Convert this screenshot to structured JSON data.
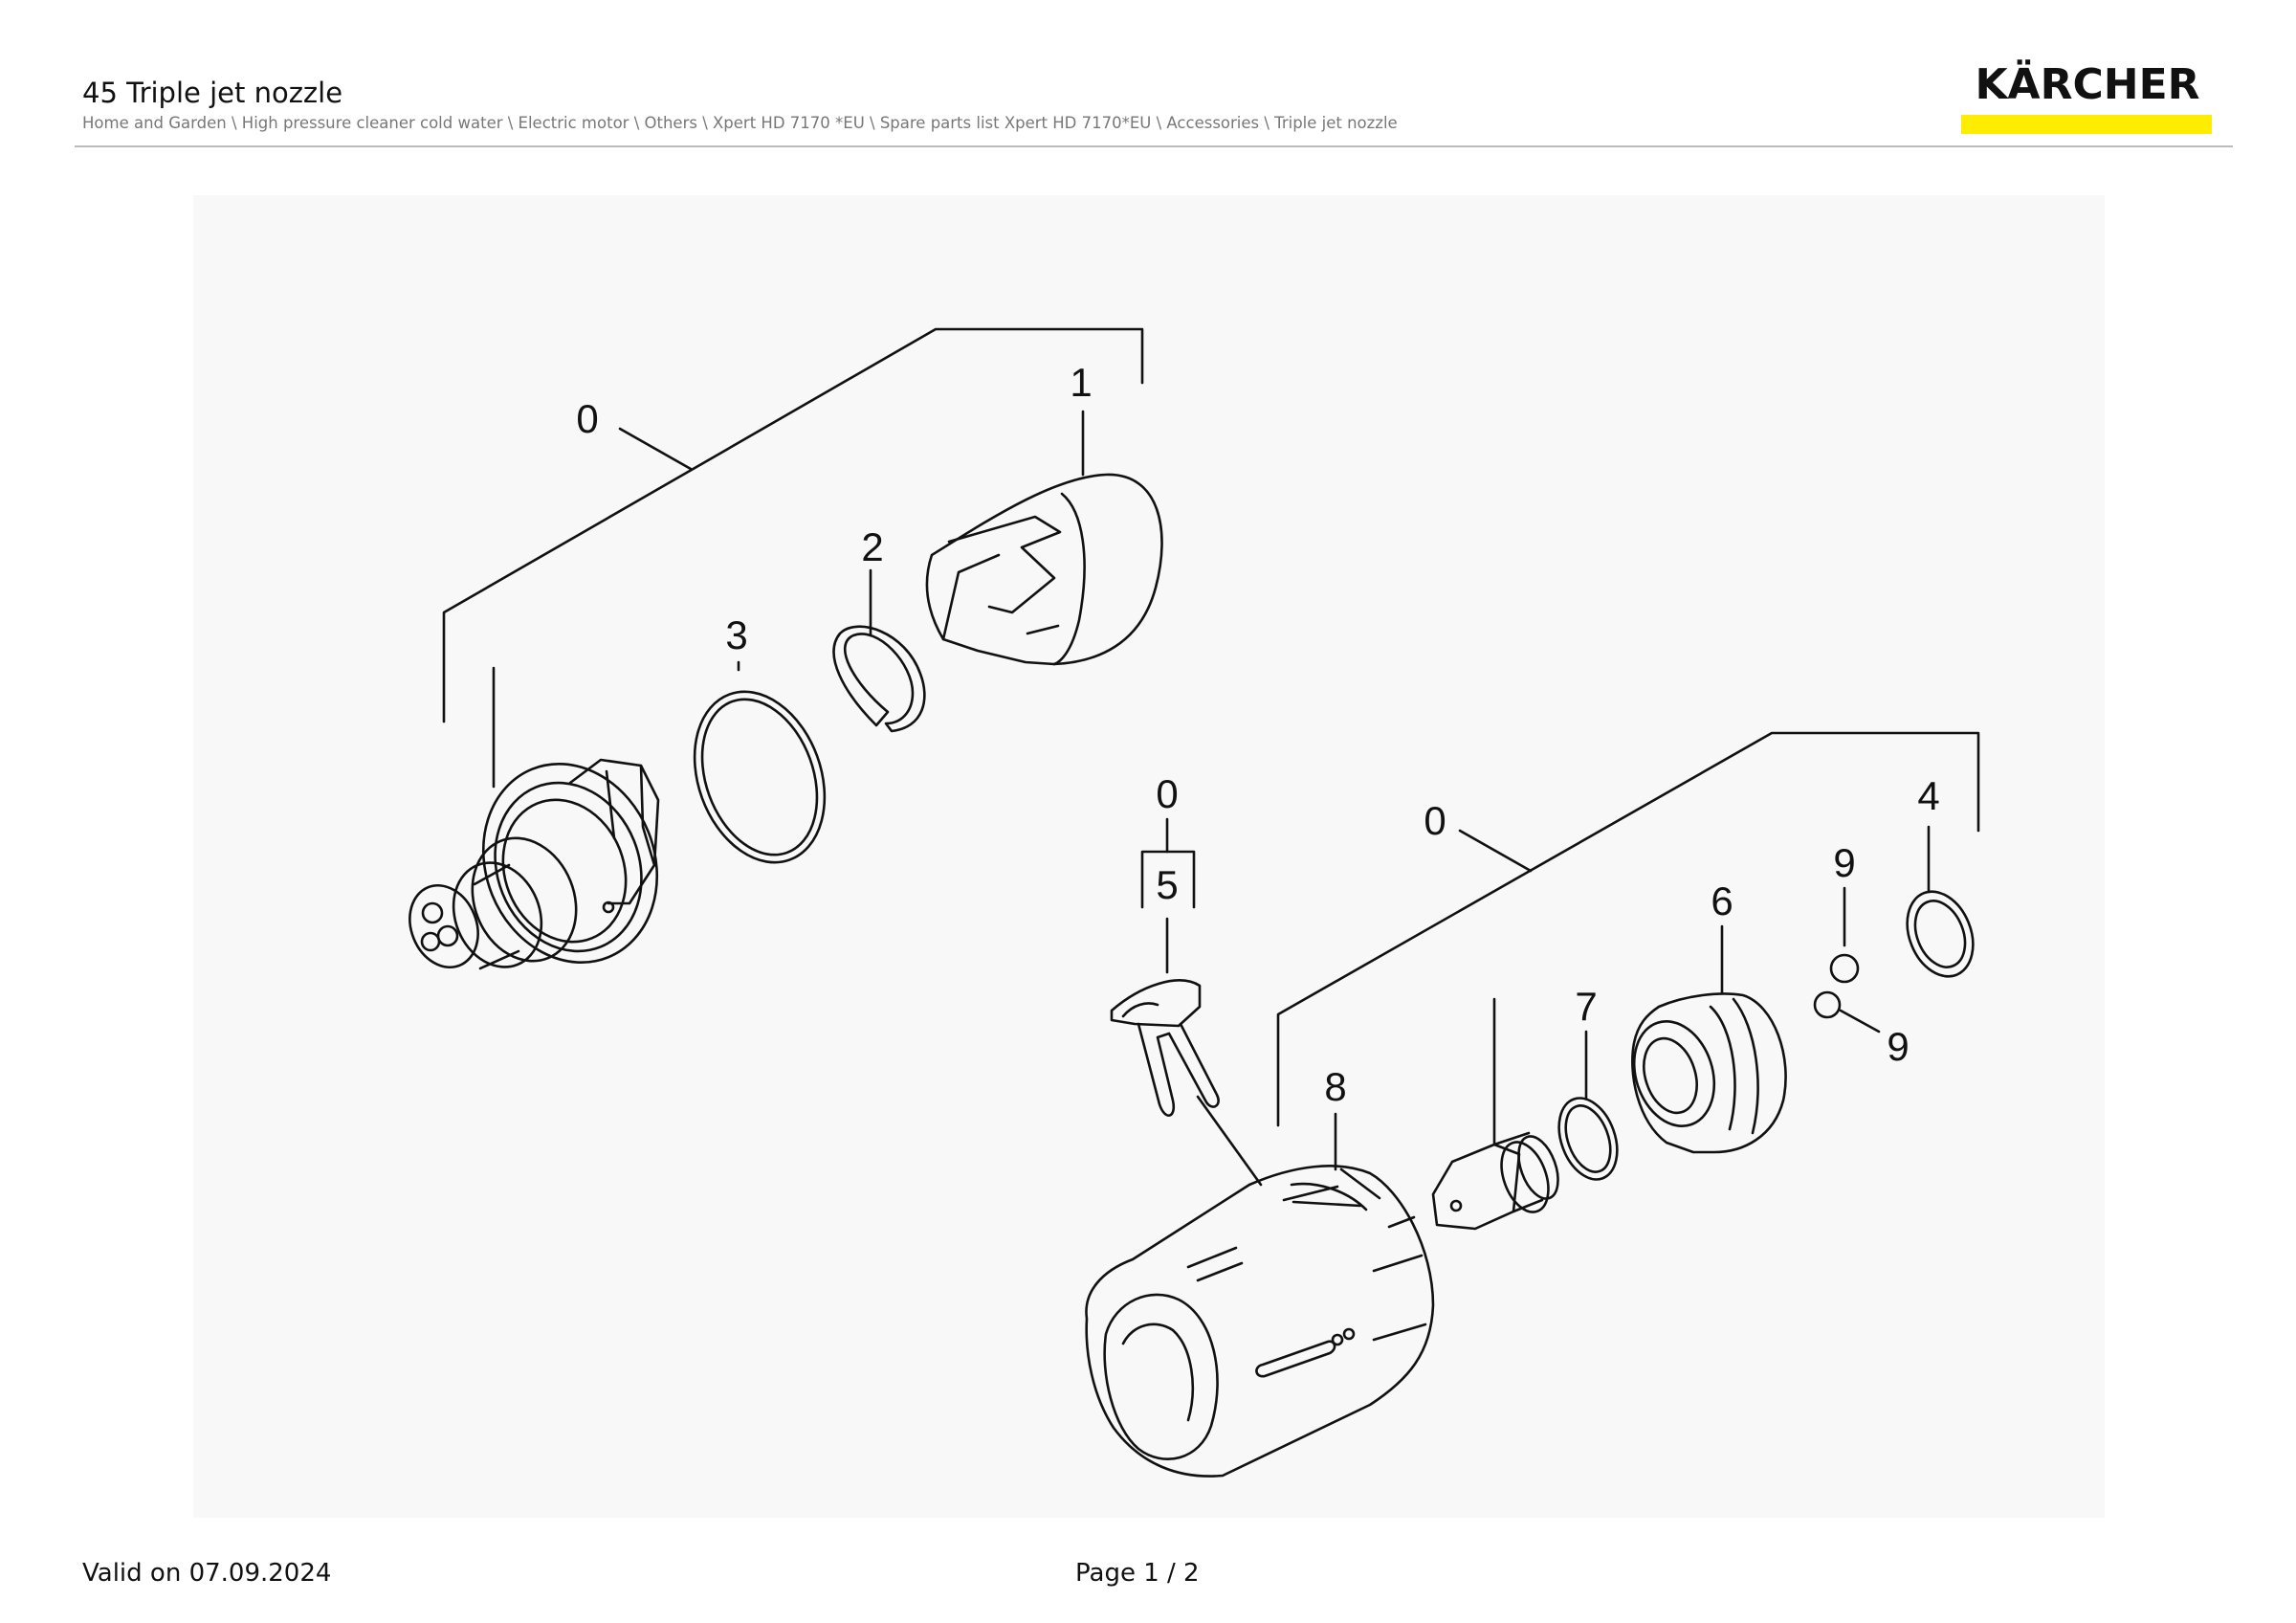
{
  "header": {
    "title": "45 Triple jet nozzle",
    "breadcrumb": "Home and Garden \\ High pressure cleaner cold water \\ Electric motor \\ Others \\ Xpert HD 7170 *EU \\ Spare parts list Xpert HD 7170*EU \\ Accessories \\ Triple jet nozzle",
    "logo_text": "KÄRCHER",
    "logo_colors": {
      "text": "#111111",
      "bar": "#ffed00"
    }
  },
  "drawing": {
    "callouts": [
      "0",
      "1",
      "2",
      "3",
      "0",
      "5",
      "0",
      "4",
      "9",
      "6",
      "9",
      "7",
      "8"
    ]
  },
  "footer": {
    "valid": "Valid on 07.09.2024",
    "page": "Page 1 / 2"
  }
}
